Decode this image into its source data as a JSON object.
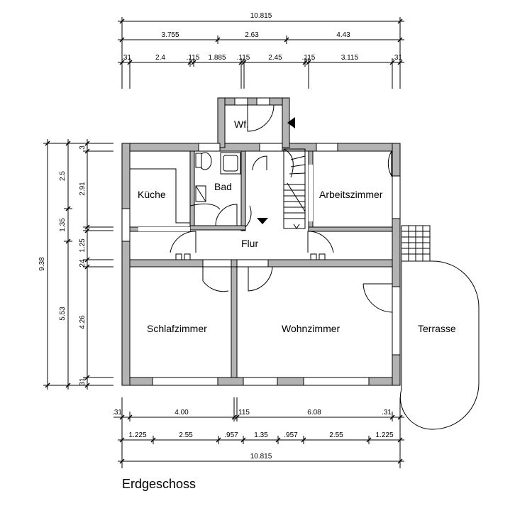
{
  "rooms": {
    "wf": "Wf.",
    "bad": "Bad",
    "kueche": "Küche",
    "arbeitszimmer": "Arbeitszimmer",
    "flur": "Flur",
    "schlafzimmer": "Schlafzimmer",
    "wohnzimmer": "Wohnzimmer",
    "terrasse": "Terrasse"
  },
  "dimensions": {
    "top_total": "10.815",
    "top_mid": [
      "3.755",
      "2.63",
      "4.43"
    ],
    "top_detail": [
      ".31",
      "2.4",
      ".115",
      "1.885",
      ".115",
      "2.45",
      ".115",
      "3.115",
      ".31"
    ],
    "left_total": "9.38",
    "left_mid": [
      "2.5",
      "1.35",
      "5.53"
    ],
    "left_detail": [
      "3",
      "2.91",
      "1.25",
      "24",
      "4.26",
      "31"
    ],
    "bottom_row1": [
      ".31",
      "4.00",
      "115",
      "6.08",
      ".31"
    ],
    "bottom_row2": [
      "1.225",
      "2.55",
      ".957",
      "1.35",
      ".957",
      "2.55",
      "1.225"
    ],
    "bottom_total": "10.815"
  },
  "title": "Erdgeschoss"
}
